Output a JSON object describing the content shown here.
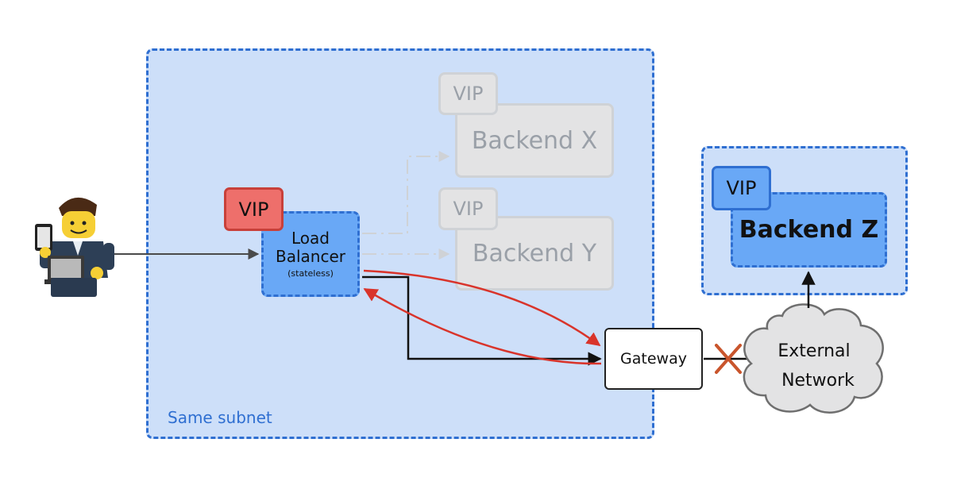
{
  "subnet": {
    "label": "Same subnet"
  },
  "load_balancer": {
    "vip": "VIP",
    "line1": "Load",
    "line2": "Balancer",
    "note": "(stateless)"
  },
  "backend_x": {
    "vip": "VIP",
    "label": "Backend X"
  },
  "backend_y": {
    "vip": "VIP",
    "label": "Backend Y"
  },
  "backend_z": {
    "vip": "VIP",
    "label": "Backend Z"
  },
  "gateway": {
    "label": "Gateway"
  },
  "external": {
    "line1": "External",
    "line2": "Network"
  },
  "user": {
    "icon": "lego-user-with-laptop-icon"
  },
  "colors": {
    "subnet_border": "#2f6fd1",
    "subnet_fill": "#cddff9",
    "active_box": "#69a8f6",
    "vip_red": "#ee6f6b",
    "arrow_red": "#d9342b",
    "block_mark": "#c9552c",
    "faded": "#9aa0a8"
  }
}
